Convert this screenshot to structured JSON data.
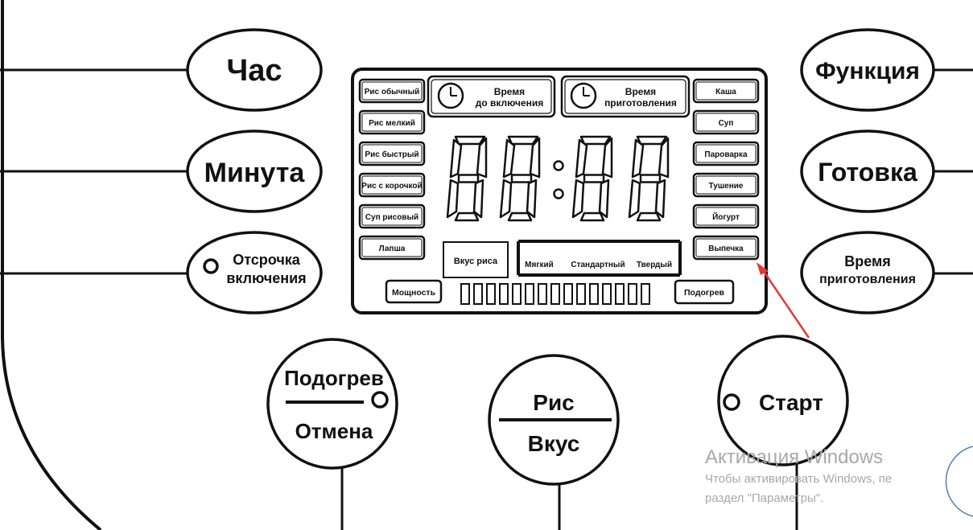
{
  "buttons": {
    "hour": "Час",
    "minute": "Минута",
    "delay_line1": "Отсрочка",
    "delay_line2": "включения",
    "function": "Функция",
    "ready": "Готовка",
    "cook_time_line1": "Время",
    "cook_time_line2": "приготовления",
    "warm_top": "Подогрев",
    "cancel_bottom": "Отмена",
    "rice_top": "Рис",
    "taste_bottom": "Вкус",
    "start": "Старт"
  },
  "display": {
    "left_programs": [
      "Рис обычный",
      "Рис мелкий",
      "Рис быстрый",
      "Рис с корочкой",
      "Суп рисовый",
      "Лапша"
    ],
    "right_programs": [
      "Каша",
      "Суп",
      "Пароварка",
      "Тушение",
      "Йогурт",
      "Выпечка"
    ],
    "delay_timer_line1": "Время",
    "delay_timer_line2": "до включения",
    "cook_timer_line1": "Время",
    "cook_timer_line2": "приготовления",
    "rice_taste_label": "Вкус риса",
    "taste_options": [
      "Мягкий",
      "Стандартный",
      "Твердый"
    ],
    "power_label": "Мощность",
    "heating_label": "Подогрев",
    "power_segments": 15
  },
  "annotation": {
    "arrow_color": "#e53935"
  },
  "watermark": {
    "title": "Активация Windows",
    "line1": "Чтобы активировать Windows, пе",
    "line2": "раздел \"Параметры\"."
  }
}
